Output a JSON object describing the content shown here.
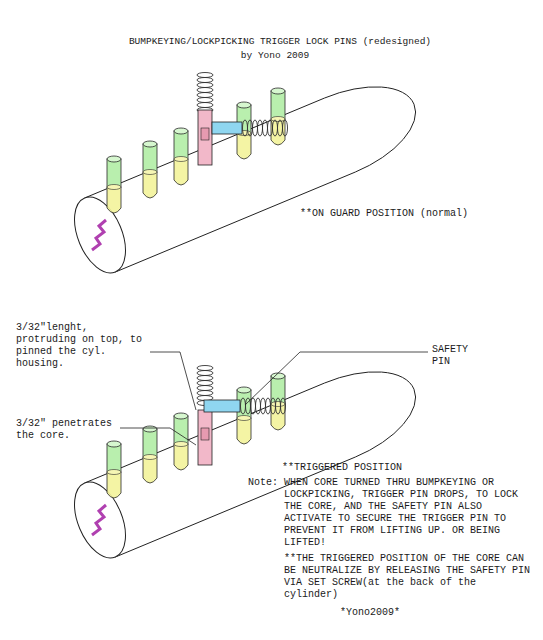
{
  "diagram": {
    "title": "BUMPKEYING/LOCKPICKING TRIGGER LOCK PINS (redesigned)",
    "labels": [
      "by Yono 2009",
      "**ON GUARD POSITION (normal)",
      "3/32\"lenght, protruding on top, to pinned the cyl. housing.",
      "SAFETY PIN",
      "3/32\" penetrates the core.",
      "**TRIGGERED POSITION",
      "Note: WHEN CORE TURNED THRU BUMPKEYING OR LOCKPICKING, TRIGGER PIN DROPS, TO LOCK THE CORE, AND THE SAFETY PIN ALSO ACTIVATE TO SECURE THE TRIGGER PIN TO PREVENT IT FROM LIFTING UP. OR BEING LIFTED!",
      "**THE TRIGGERED POSITION OF THE CORE CAN BE NEUTRALIZE BY RELEASING THE SAFETY PIN VIA SET SCREW(at the back of the cylinder)",
      "*Yono2009*"
    ]
  }
}
